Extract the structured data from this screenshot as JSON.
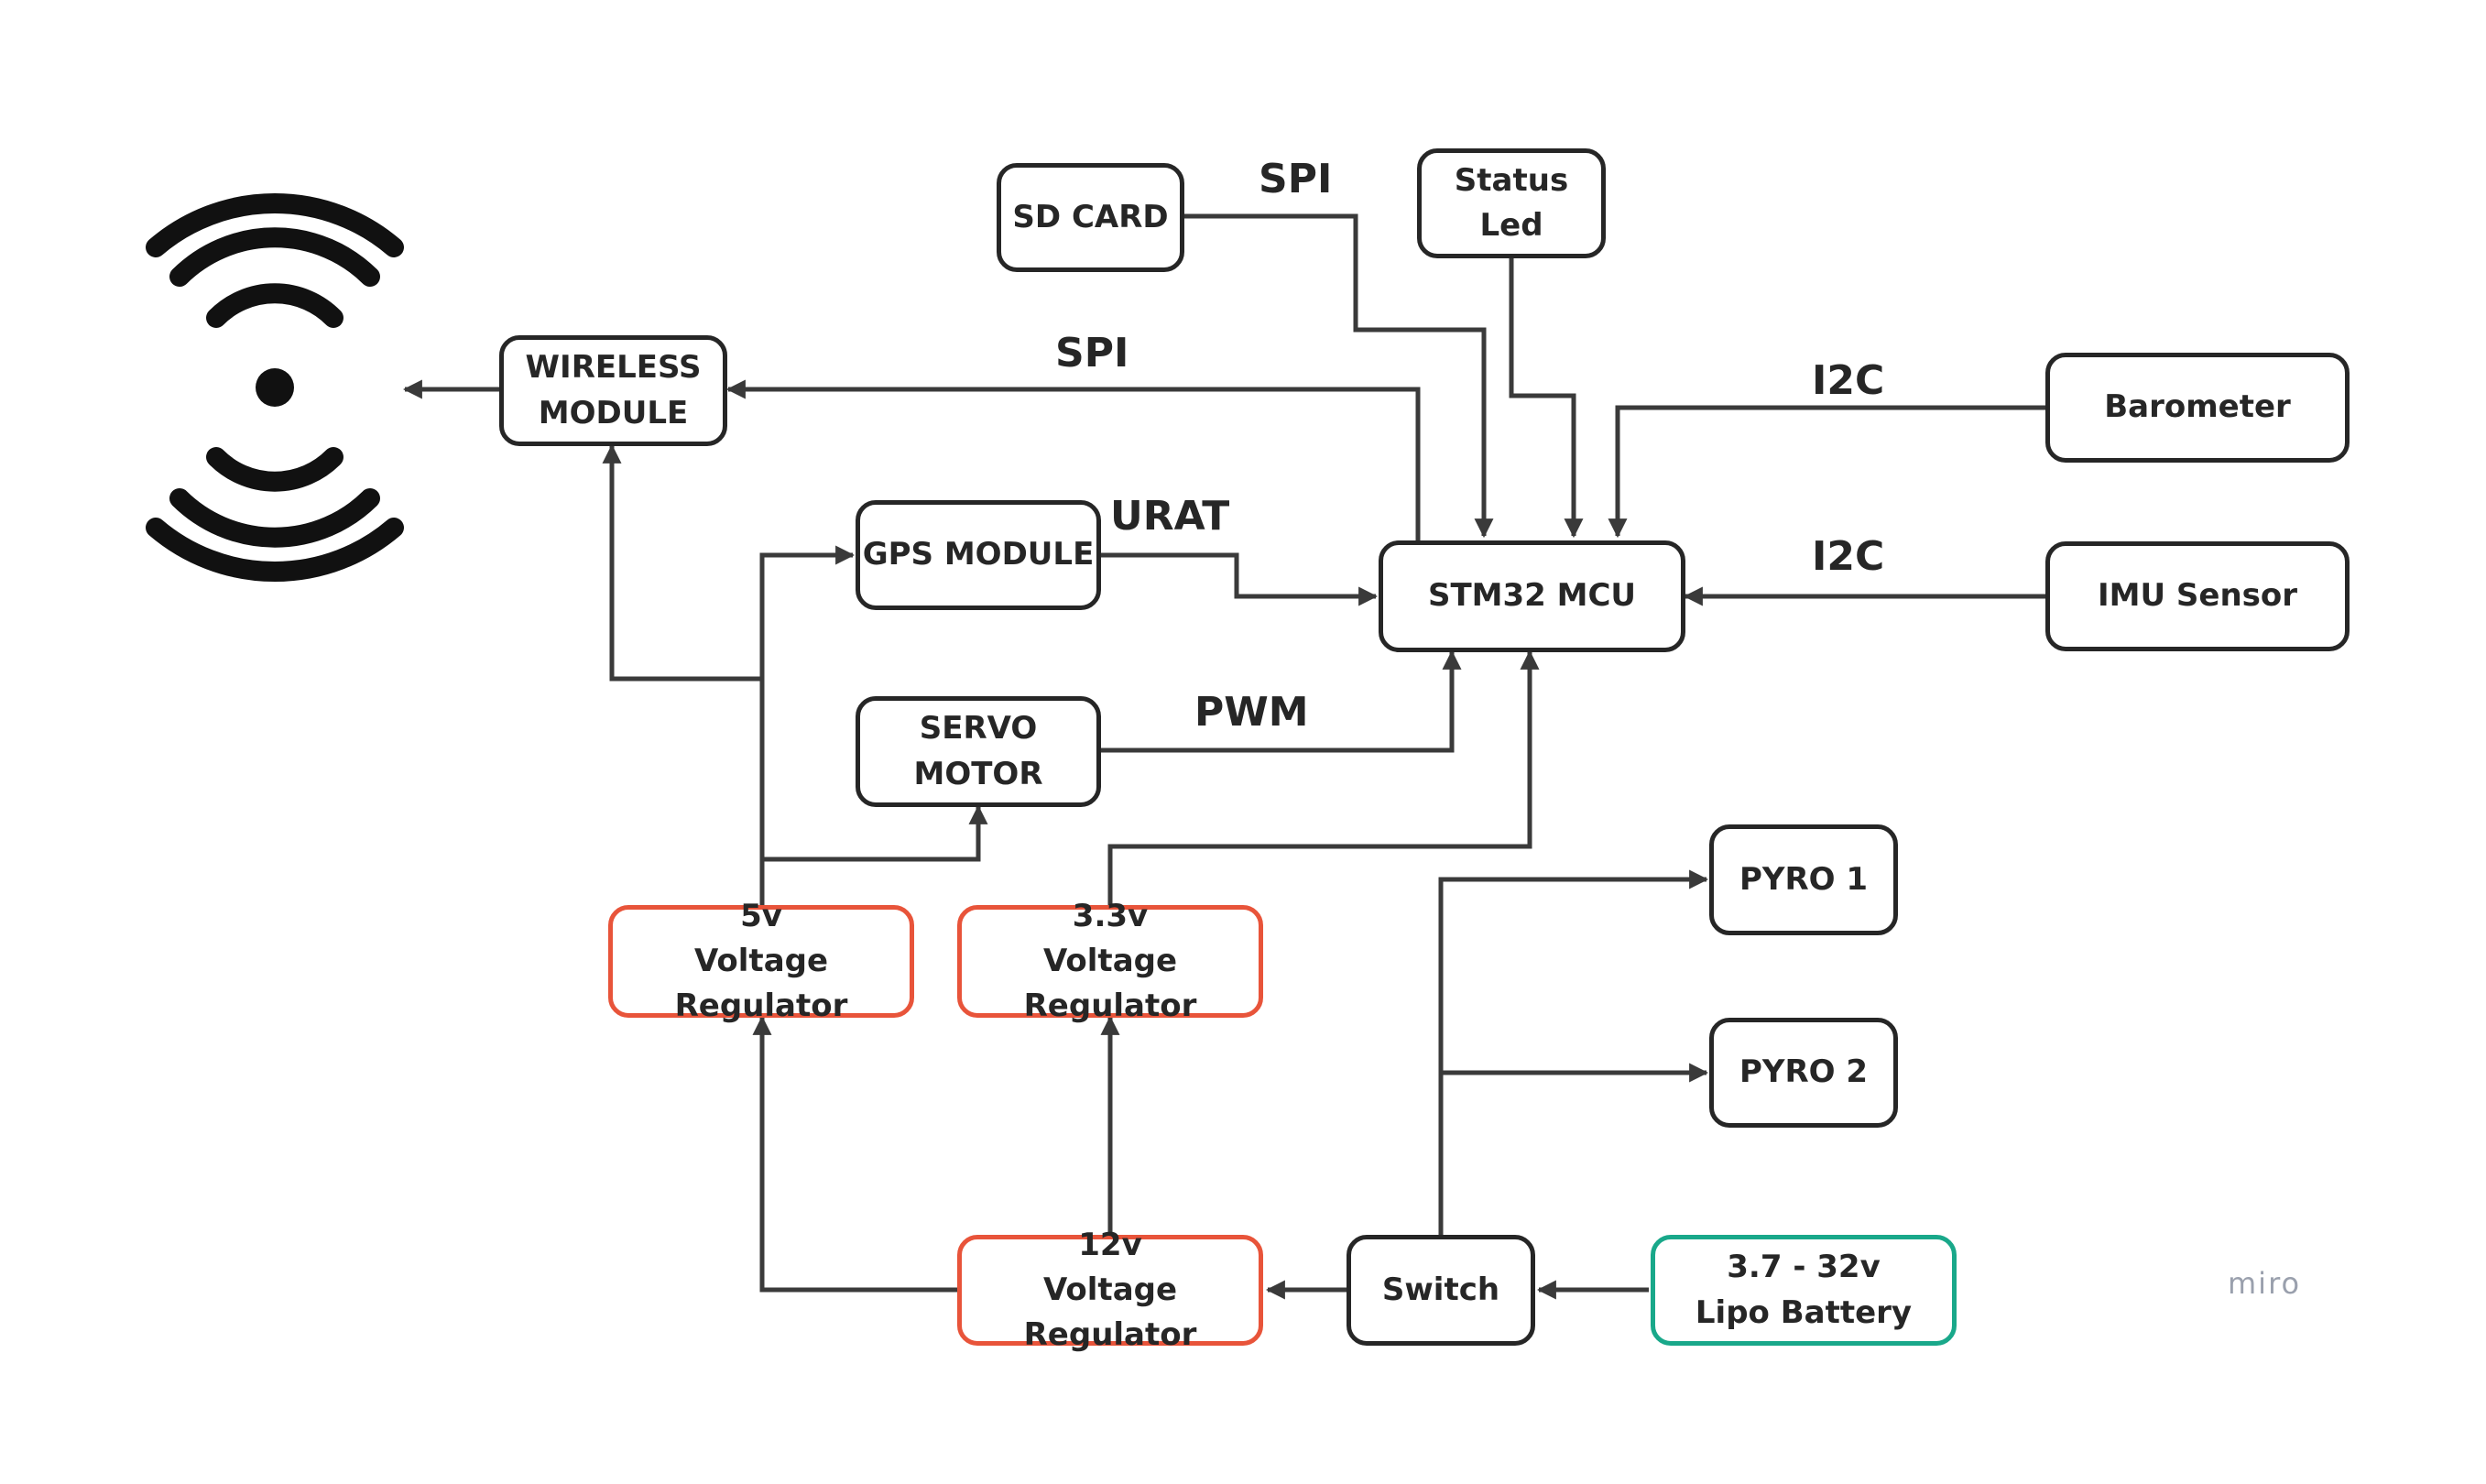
{
  "nodes": {
    "sd_card": "SD CARD",
    "status_led": "Status Led",
    "wireless_module": "WIRELESS\nMODULE",
    "barometer": "Barometer",
    "gps_module": "GPS MODULE",
    "stm32_mcu": "STM32 MCU",
    "imu_sensor": "IMU Sensor",
    "servo_motor": "SERVO MOTOR",
    "pyro_1": "PYRO 1",
    "reg_5v": "5v\nVoltage Regulator",
    "reg_3v3": "3.3v\nVoltage Regulator",
    "pyro_2": "PYRO 2",
    "reg_12v": "12v\nVoltage Regulator",
    "switch": "Switch",
    "battery": "3.7 - 32v\nLipo Battery"
  },
  "links": {
    "sd_spi": "SPI",
    "wireless_spi": "SPI",
    "barometer_i2c": "I2C",
    "imu_i2c": "I2C",
    "gps_urat": "URAT",
    "servo_pwm": "PWM"
  },
  "watermark": "miro",
  "colors": {
    "stroke": "#262626",
    "regulator_border": "#e8543a",
    "battery_border": "#19a88a",
    "watermark": "#9aa0ad"
  },
  "icons": {
    "wireless_signal": "wifi-broadcast-icon"
  }
}
